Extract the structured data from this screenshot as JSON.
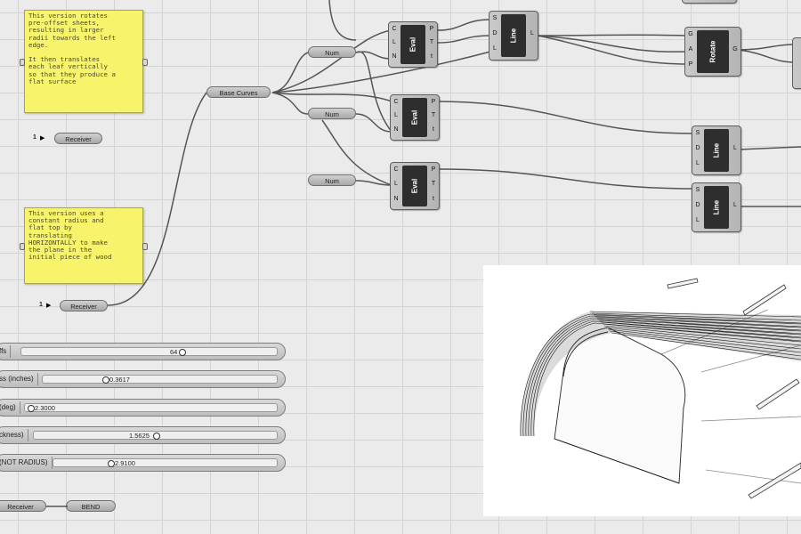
{
  "panels": {
    "top_note": "This version rotates\npre-offset sheets,\nresulting in larger\nradii towards the left\nedge.\n\nIt then translates\neach leaf vertically\nso that they produce a\nflat surface",
    "bottom_note": "This version uses a\nconstant radius and\nflat top by\ntranslating\nHORIZONTALLY to make\nthe plane in the\ninitial piece of wood"
  },
  "relays": {
    "receiver_top_count": "1",
    "receiver_top_label": "Receiver",
    "receiver_mid_count": "1",
    "receiver_mid_label": "Receiver",
    "receiver_bottom_label": "Receiver",
    "base_curves": "Base Curves",
    "bend": "BEND"
  },
  "num_params": [
    "Num",
    "Num",
    "Num"
  ],
  "components": {
    "eval1": {
      "title": "Eval",
      "inputs": [
        "C",
        "L",
        "N"
      ],
      "outputs": [
        "P",
        "T",
        "t"
      ]
    },
    "eval2": {
      "title": "Eval",
      "inputs": [
        "C",
        "L",
        "N"
      ],
      "outputs": [
        "P",
        "T",
        "t"
      ]
    },
    "eval3": {
      "title": "Eval",
      "inputs": [
        "C",
        "L",
        "N"
      ],
      "outputs": [
        "P",
        "T",
        "t"
      ]
    },
    "line1": {
      "title": "Line",
      "inputs": [
        "S",
        "D",
        "L"
      ],
      "outputs": [
        "L"
      ]
    },
    "line2": {
      "title": "Line",
      "inputs": [
        "S",
        "D",
        "L"
      ],
      "outputs": [
        "L"
      ]
    },
    "line3": {
      "title": "Line",
      "inputs": [
        "S",
        "D",
        "L"
      ],
      "outputs": [
        "L"
      ]
    },
    "rotate": {
      "title": "Rotate",
      "inputs": [
        "G",
        "A",
        "P"
      ],
      "outputs": [
        "G"
      ]
    }
  },
  "sliders": [
    {
      "label": "ffs",
      "value": "64",
      "fraction": 0.66
    },
    {
      "label": "ss (inches)",
      "value": "0.3617",
      "fraction": 0.26
    },
    {
      "label": "(deg)",
      "value": "2.3000",
      "fraction": 0.0
    },
    {
      "label": "ckness)",
      "value": "1.5625",
      "fraction": 0.58
    },
    {
      "label": "(NOT RADIUS)",
      "value": "2.9100",
      "fraction": 0.31
    }
  ],
  "colors": {
    "panel": "#f7f36a",
    "canvas": "#ebebeb",
    "wire": "#555555"
  }
}
